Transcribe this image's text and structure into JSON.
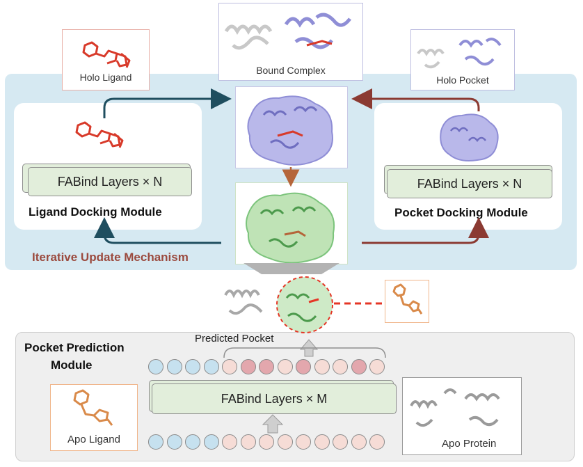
{
  "labels": {
    "holo_ligand": "Holo Ligand",
    "bound_complex": "Bound Complex",
    "holo_pocket": "Holo Pocket",
    "ligand_layers": "FABind Layers × N",
    "pocket_layers": "FABind Layers × N",
    "ligand_module": "Ligand Docking Module",
    "pocket_module": "Pocket Docking Module",
    "iterative": "Iterative Update Mechanism",
    "predicted_pocket": "Predicted Pocket",
    "pocket_prediction_line1": "Pocket Prediction",
    "pocket_prediction_line2": "Module",
    "bottom_layers": "FABind Layers × M",
    "apo_ligand": "Apo Ligand",
    "apo_protein": "Apo Protein"
  },
  "token_rows": {
    "top": [
      "ligand",
      "ligand",
      "ligand",
      "ligand",
      "protein",
      "pocket",
      "pocket",
      "protein",
      "pocket",
      "protein",
      "protein",
      "pocket",
      "protein"
    ],
    "bottom": [
      "ligand",
      "ligand",
      "ligand",
      "ligand",
      "protein",
      "protein",
      "protein",
      "protein",
      "protein",
      "protein",
      "protein",
      "protein",
      "protein"
    ]
  },
  "colors": {
    "outer_panel": "#d6e9f2",
    "bottom_panel": "#efefef",
    "ligand_token": "#c6e1ef",
    "protein_token": "#f6dcd6",
    "pocket_token": "#e3a7ad",
    "dark_teal_arrow": "#1f4e5f",
    "dark_red_arrow": "#8b3a32",
    "iterative_text": "#9b4a3e",
    "ligand_red": "#d83a2a",
    "apo_orange": "#d98a4a",
    "purple_protein": "#8f8ed6",
    "green_protein": "#7cc47c"
  }
}
